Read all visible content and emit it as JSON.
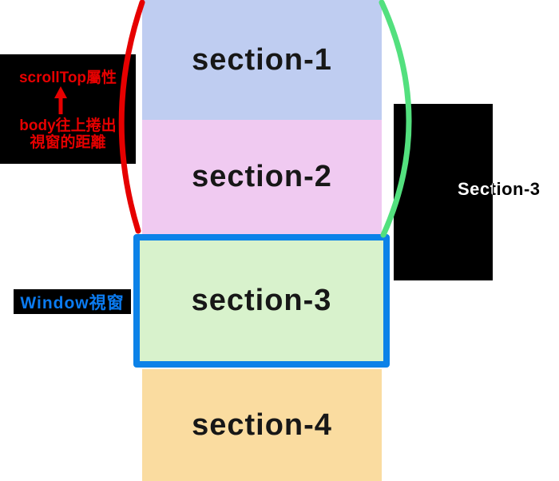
{
  "diagram": {
    "title_hint": "scrollTop viewport diagram",
    "sections": [
      {
        "label": "section-1",
        "color": "#bfcdf1"
      },
      {
        "label": "section-2",
        "color": "#f0caf1"
      },
      {
        "label": "section-3",
        "color": "#d8f2cc"
      },
      {
        "label": "section-4",
        "color": "#fadca0"
      }
    ],
    "scroll_callout": {
      "line1": "scrollTop屬性",
      "arrow_icon": "up-arrow",
      "line2": "body往上捲出",
      "line3": "視窗的距離",
      "text_color": "#e60000",
      "box_color": "#000000"
    },
    "window_label": {
      "text": "Window視窗",
      "text_color": "#0b7bf0",
      "box_color": "#000000"
    },
    "right_label": {
      "text": "Section-3",
      "text_color": "#ffffff",
      "box_color": "#000000"
    },
    "viewport_box": {
      "border_color": "#0c82e8",
      "fill_color": "#d8f2cc"
    },
    "curves": {
      "left_curve_color": "#e60000",
      "right_curve_color": "#53e07e"
    }
  }
}
